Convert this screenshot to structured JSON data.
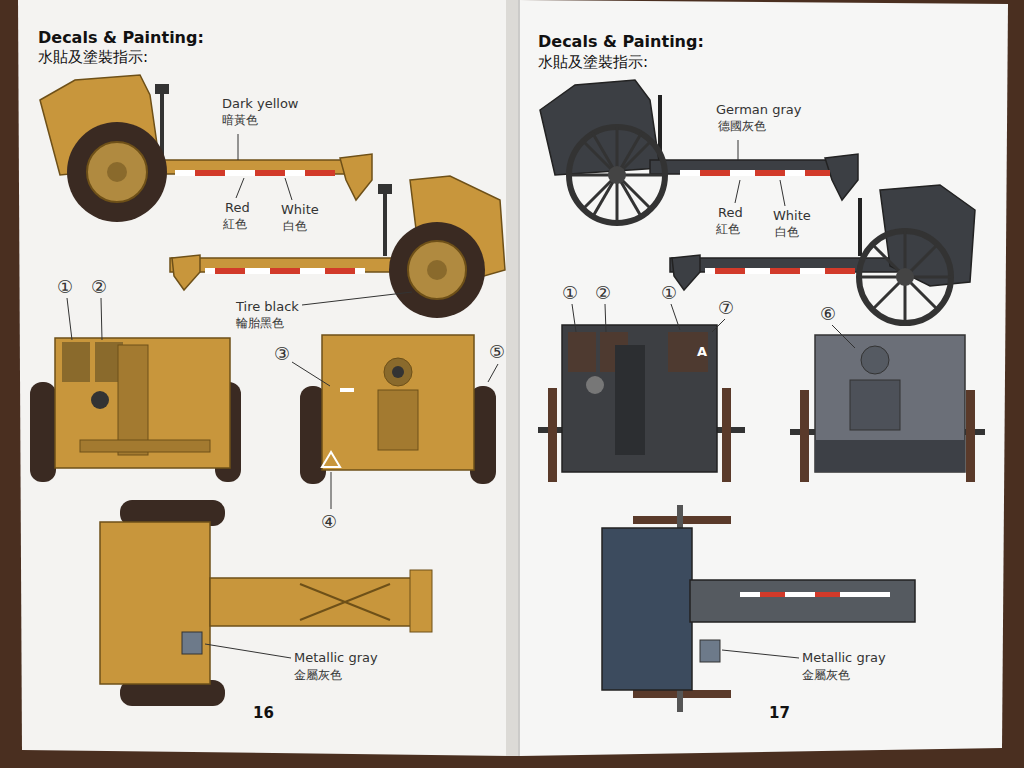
{
  "diagram": {
    "labels": [
      "Decals & Painting:",
      "水貼及塗裝指示:",
      "Dark yellow",
      "暗黃色",
      "Red",
      "紅色",
      "White",
      "白色",
      "Tire black",
      "輪胎黑色",
      "①",
      "②",
      "③",
      "⑤",
      "④",
      "Metallic gray",
      "金屬灰色",
      "16",
      "Decals & Painting:",
      "水貼及塗裝指示:",
      "German gray",
      "德國灰色",
      "Red",
      "紅色",
      "White",
      "白色",
      "①",
      "②",
      "①",
      "⑦",
      "A",
      "⑥",
      "Metallic gray",
      "金屬灰色",
      "17"
    ]
  }
}
